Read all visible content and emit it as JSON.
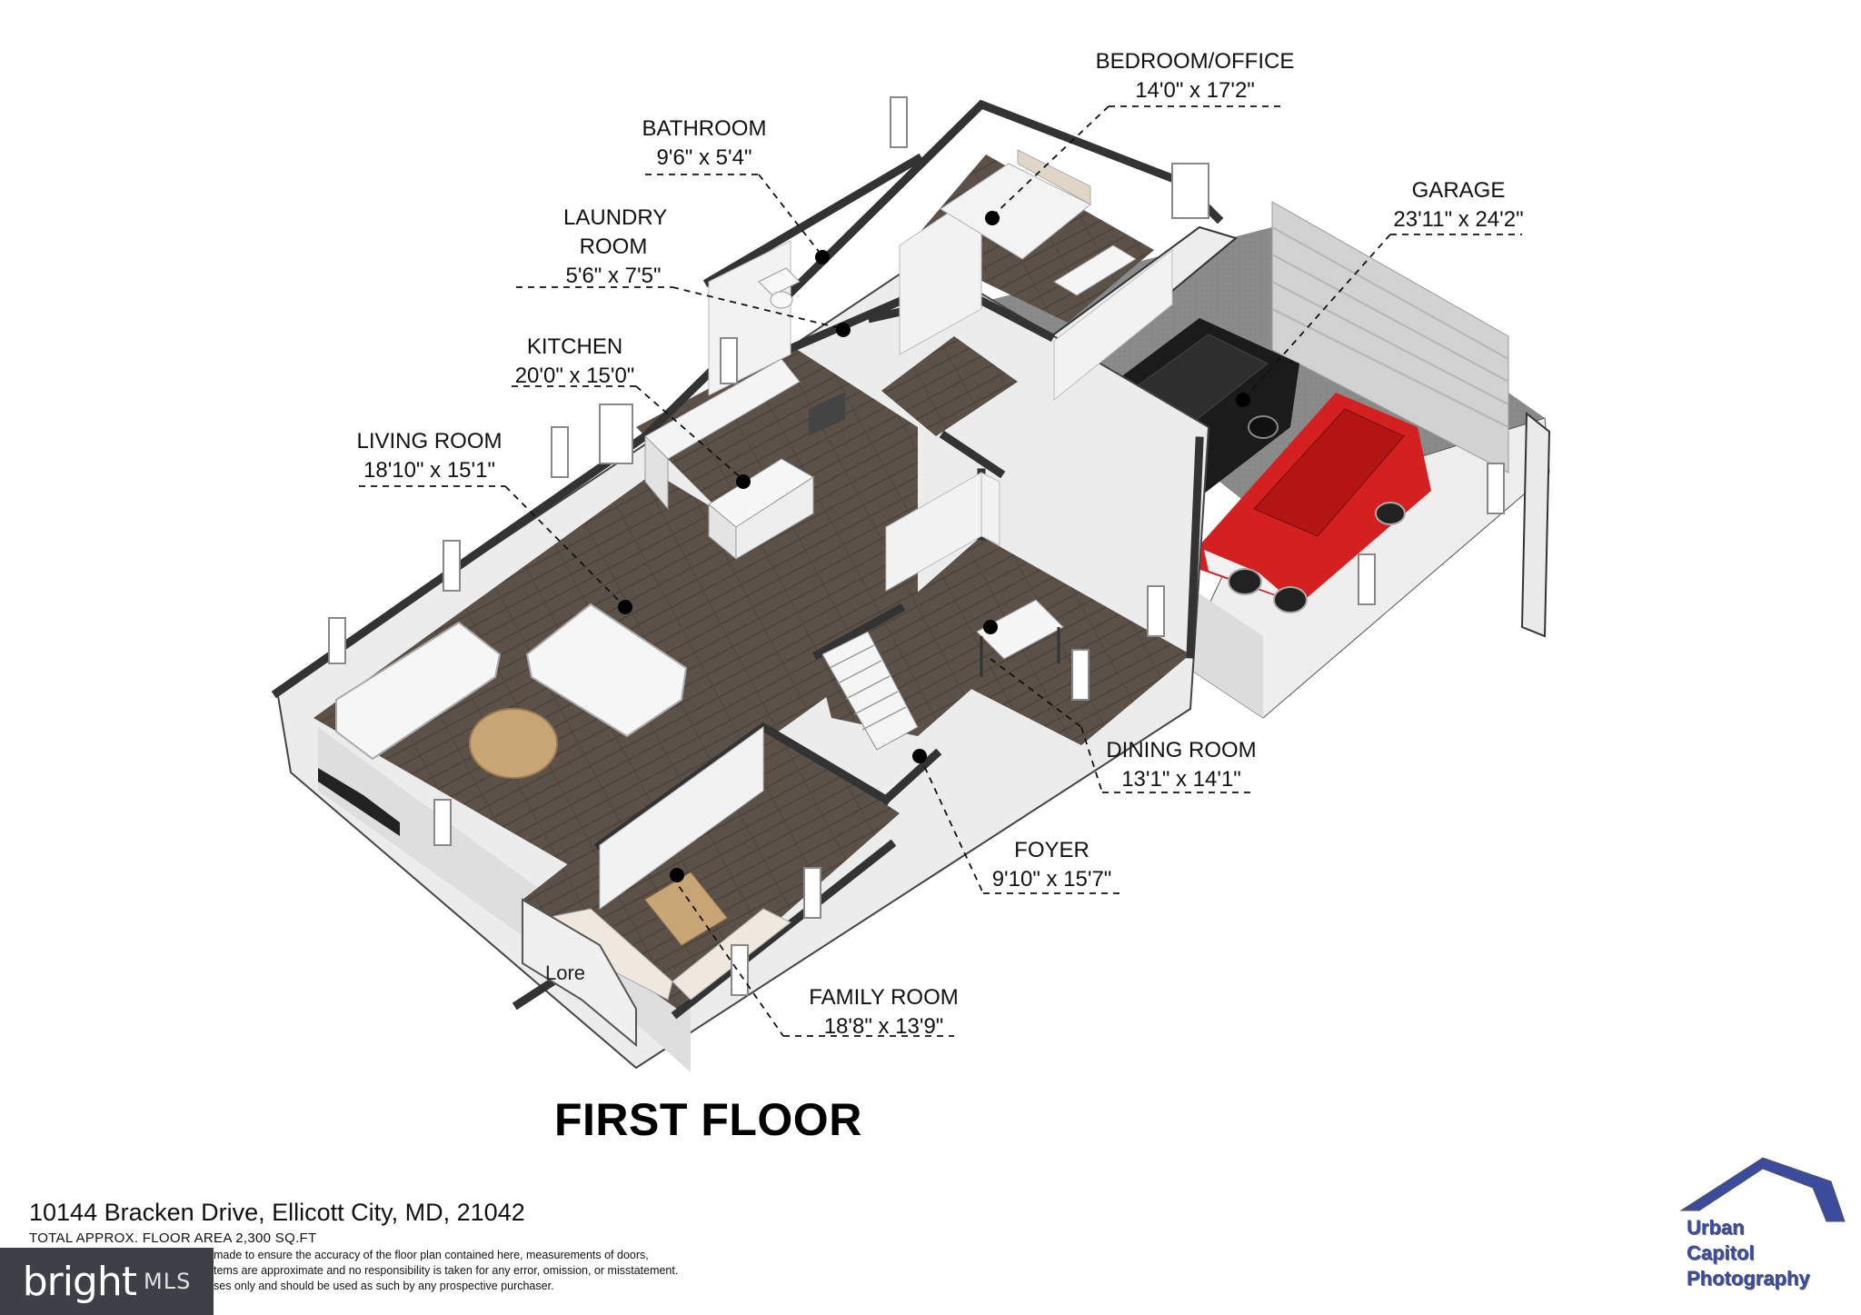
{
  "title": "FIRST FLOOR",
  "address": "10144 Bracken Drive, Ellicott City, MD, 21042",
  "total_area": "TOTAL APPROX. FLOOR AREA 2,300 SQ.FT",
  "disclaimer_lines": [
    "made to ensure the accuracy of the floor plan contained here, measurements of doors,",
    "tems are approximate and no responsibility is taken for any error, omission, or misstatement.",
    "ses only and should be used as such by any prospective purchaser."
  ],
  "mls_badge": {
    "brand": "bright",
    "suffix": "MLS"
  },
  "logo": {
    "lines": [
      "Urban",
      "Capitol",
      "Photography"
    ],
    "color": "#3b4b9e"
  },
  "stray_text": "Lore",
  "rooms": [
    {
      "name": "BEDROOM/OFFICE",
      "dims": "14'0\" x 17'2\""
    },
    {
      "name": "BATHROOM",
      "dims": "9'6\" x 5'4\""
    },
    {
      "name": "LAUNDRY ROOM",
      "dims": "5'6\" x 7'5\""
    },
    {
      "name": "GARAGE",
      "dims": "23'11\" x 24'2\""
    },
    {
      "name": "KITCHEN",
      "dims": "20'0\" x 15'0\""
    },
    {
      "name": "LIVING ROOM",
      "dims": "18'10\" x 15'1\""
    },
    {
      "name": "DINING ROOM",
      "dims": "13'1\" x 14'1\""
    },
    {
      "name": "FOYER",
      "dims": "9'10\" x 15'7\""
    },
    {
      "name": "FAMILY ROOM",
      "dims": "18'8\" x 13'9\""
    }
  ],
  "colors": {
    "floor_wood": "#5a5048",
    "garage_floor": "#8a8a8a",
    "wall": "#e9e9e9",
    "car_red": "#d42020",
    "car_black": "#1b1b1b"
  }
}
